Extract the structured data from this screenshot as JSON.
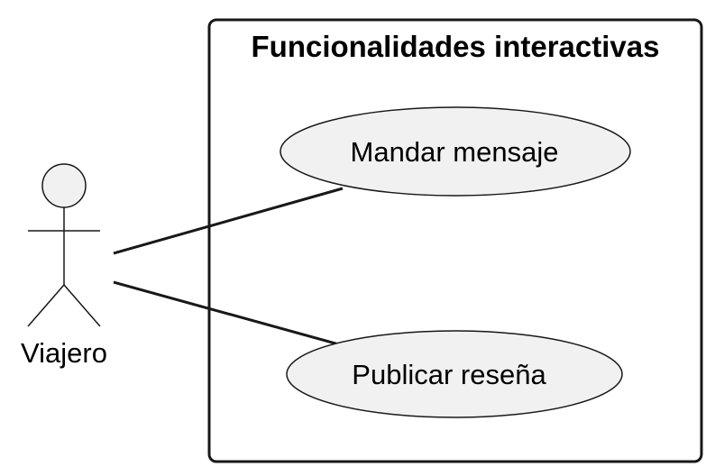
{
  "system": {
    "title": "Funcionalidades interactivas"
  },
  "actor": {
    "name": "Viajero"
  },
  "use_cases": [
    {
      "label": "Mandar mensaje"
    },
    {
      "label": "Publicar reseña"
    }
  ],
  "colors": {
    "background": "#ffffff",
    "stroke": "#181818",
    "fill": "#f1f1f1"
  }
}
